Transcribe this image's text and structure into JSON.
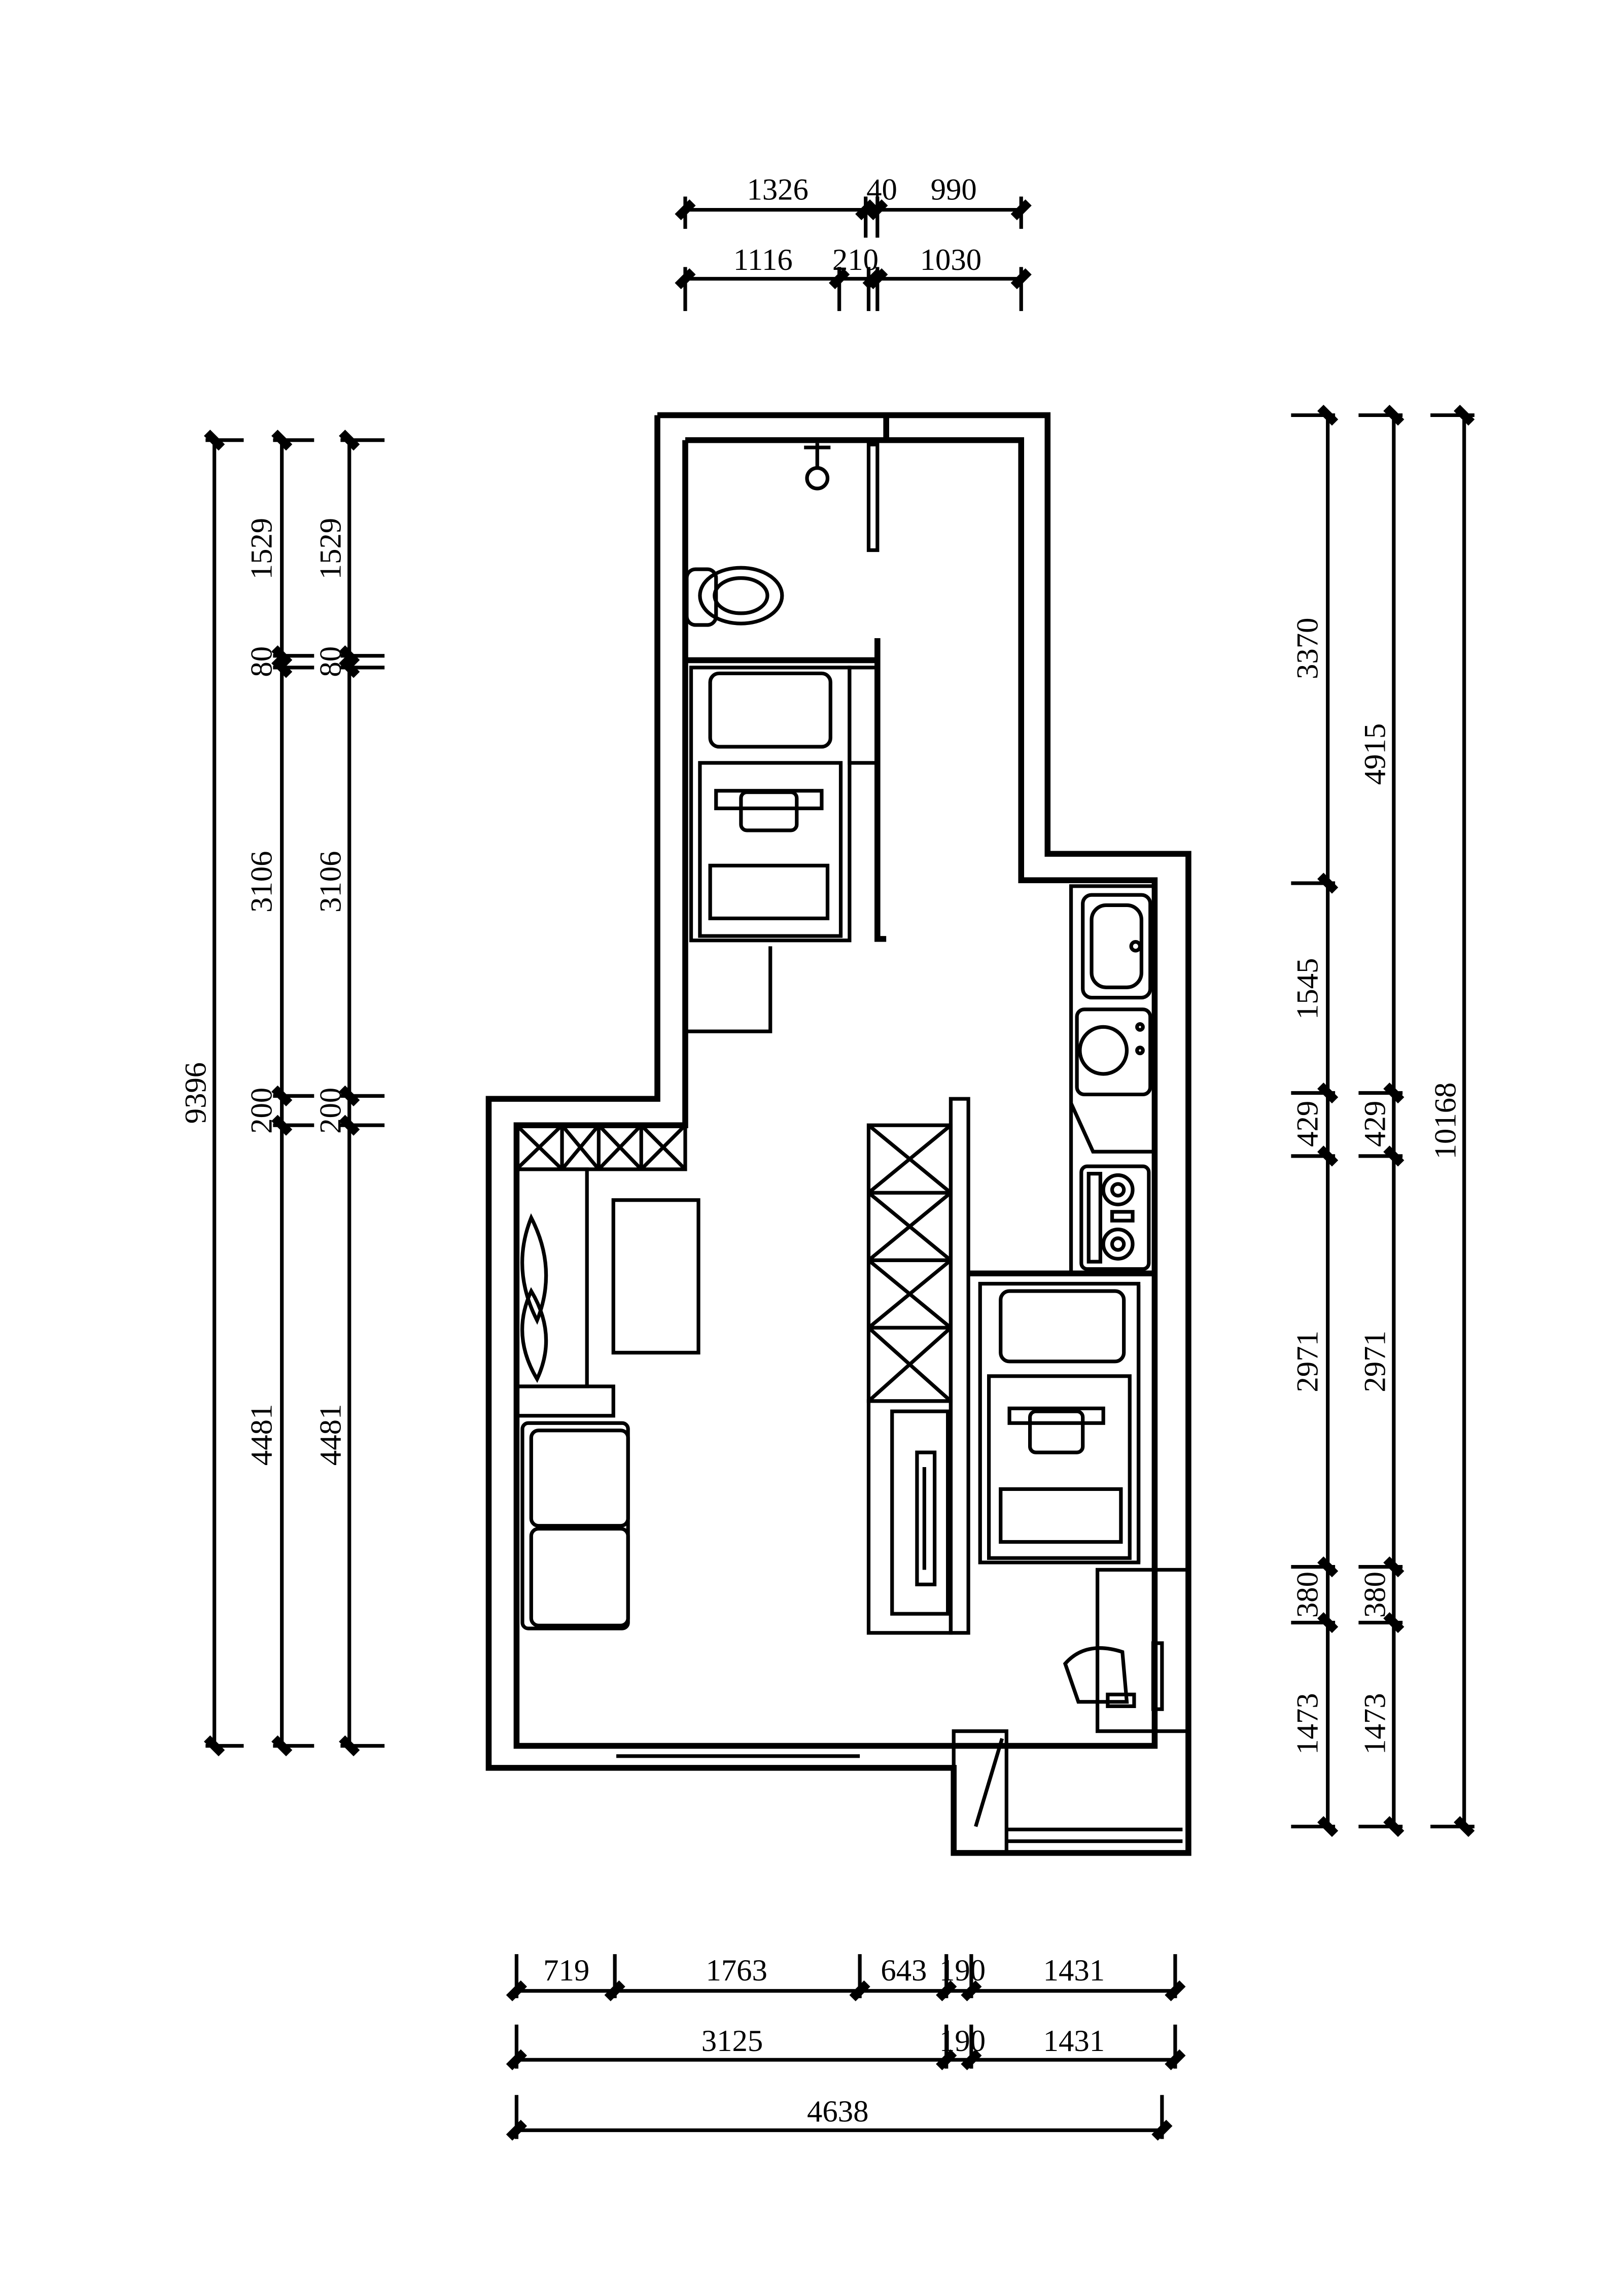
{
  "dimensions": {
    "top_row1": [
      "1326",
      "40",
      "990"
    ],
    "top_row2": [
      "1116",
      "210",
      "1030"
    ],
    "left_total": "9396",
    "left_a": [
      "1529",
      "80",
      "3106",
      "200",
      "4481"
    ],
    "left_b": [
      "1529",
      "80",
      "3106",
      "200",
      "4481"
    ],
    "right_a": [
      "3370",
      "1545",
      "429",
      "2971",
      "380",
      "1473"
    ],
    "right_b": [
      "4915",
      "429",
      "2971",
      "380",
      "1473"
    ],
    "right_total": "10168",
    "bottom_row1": [
      "719",
      "1763",
      "643",
      "190",
      "1431"
    ],
    "bottom_row2": [
      "3125",
      "190",
      "1431"
    ],
    "bottom_total": "4638"
  }
}
